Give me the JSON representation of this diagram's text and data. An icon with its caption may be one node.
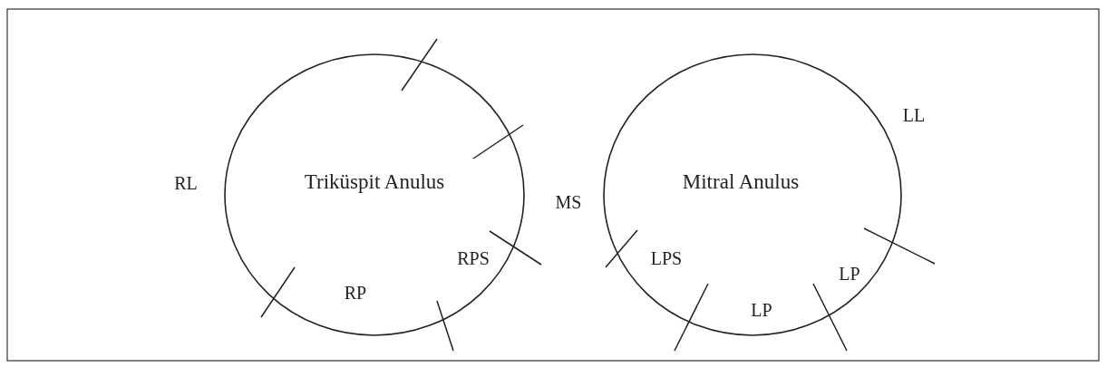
{
  "diagram": {
    "nodes": [
      {
        "text": [
          "Triküspit Anulus"
        ]
      },
      {
        "text": [
          "Mitral Anulus"
        ]
      }
    ],
    "labels": [
      "RL",
      "MS",
      "LL",
      "RPS",
      "LPS",
      "RP",
      "LP",
      "LP"
    ]
  }
}
